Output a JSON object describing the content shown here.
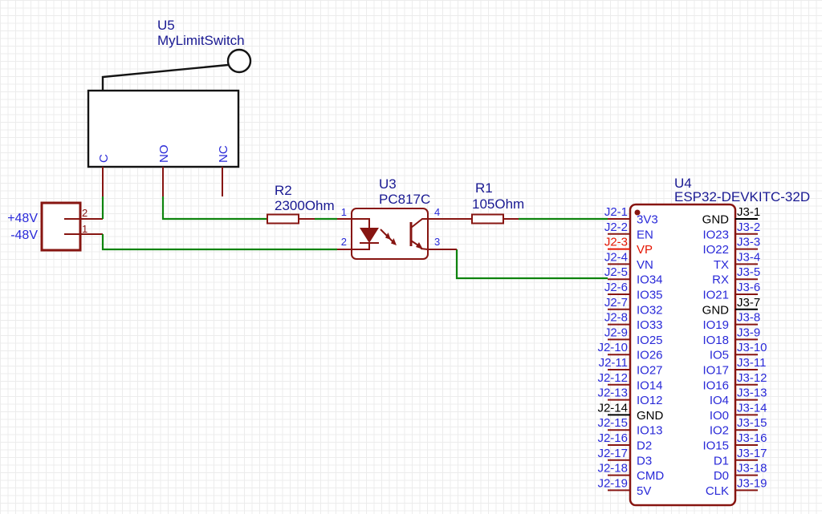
{
  "components": {
    "limit_switch": {
      "reference": "U5",
      "value": "MyLimitSwitch",
      "pin_names": [
        "C",
        "NO",
        "NC"
      ]
    },
    "power_connector": {
      "net_labels": [
        "+48V",
        "-48V"
      ],
      "pin_numbers": [
        "2",
        "1"
      ]
    },
    "r2": {
      "reference": "R2",
      "value": "2300Ohm"
    },
    "r1": {
      "reference": "R1",
      "value": "105Ohm"
    },
    "optocoupler": {
      "reference": "U3",
      "value": "PC817C",
      "pin_numbers": [
        "1",
        "2",
        "3",
        "4"
      ]
    },
    "esp32": {
      "reference": "U4",
      "value": "ESP32-DEVKITC-32D",
      "left_pins": [
        {
          "label": "J2-1",
          "name": "3V3"
        },
        {
          "label": "J2-2",
          "name": "EN"
        },
        {
          "label": "J2-3",
          "name": "VP",
          "style": "highlight"
        },
        {
          "label": "J2-4",
          "name": "VN"
        },
        {
          "label": "J2-5",
          "name": "IO34"
        },
        {
          "label": "J2-6",
          "name": "IO35"
        },
        {
          "label": "J2-7",
          "name": "IO32"
        },
        {
          "label": "J2-8",
          "name": "IO33"
        },
        {
          "label": "J2-9",
          "name": "IO25"
        },
        {
          "label": "J2-10",
          "name": "IO26"
        },
        {
          "label": "J2-11",
          "name": "IO27"
        },
        {
          "label": "J2-12",
          "name": "IO14"
        },
        {
          "label": "J2-13",
          "name": "IO12"
        },
        {
          "label": "J2-14",
          "name": "GND",
          "style": "gnd"
        },
        {
          "label": "J2-15",
          "name": "IO13"
        },
        {
          "label": "J2-16",
          "name": "D2"
        },
        {
          "label": "J2-17",
          "name": "D3"
        },
        {
          "label": "J2-18",
          "name": "CMD"
        },
        {
          "label": "J2-19",
          "name": "5V"
        }
      ],
      "right_pins": [
        {
          "label": "J3-1",
          "name": "GND",
          "style": "gnd"
        },
        {
          "label": "J3-2",
          "name": "IO23"
        },
        {
          "label": "J3-3",
          "name": "IO22"
        },
        {
          "label": "J3-4",
          "name": "TX"
        },
        {
          "label": "J3-5",
          "name": "RX"
        },
        {
          "label": "J3-6",
          "name": "IO21"
        },
        {
          "label": "J3-7",
          "name": "GND",
          "style": "gnd"
        },
        {
          "label": "J3-8",
          "name": "IO19"
        },
        {
          "label": "J3-9",
          "name": "IO18"
        },
        {
          "label": "J3-10",
          "name": "IO5"
        },
        {
          "label": "J3-11",
          "name": "IO17"
        },
        {
          "label": "J3-12",
          "name": "IO16"
        },
        {
          "label": "J3-13",
          "name": "IO4"
        },
        {
          "label": "J3-14",
          "name": "IO0"
        },
        {
          "label": "J3-15",
          "name": "IO2"
        },
        {
          "label": "J3-16",
          "name": "IO15"
        },
        {
          "label": "J3-17",
          "name": "D1"
        },
        {
          "label": "J3-18",
          "name": "D0"
        },
        {
          "label": "J3-19",
          "name": "CLK"
        }
      ]
    }
  },
  "colors": {
    "component_outline": "#871511",
    "wire_green": "#0e840e",
    "label_blue": "#2929d8",
    "reference_navy": "#191992",
    "highlight_red": "#e51400",
    "gnd_black": "#000000",
    "grid": "#ececec",
    "background": "#ffffff"
  }
}
